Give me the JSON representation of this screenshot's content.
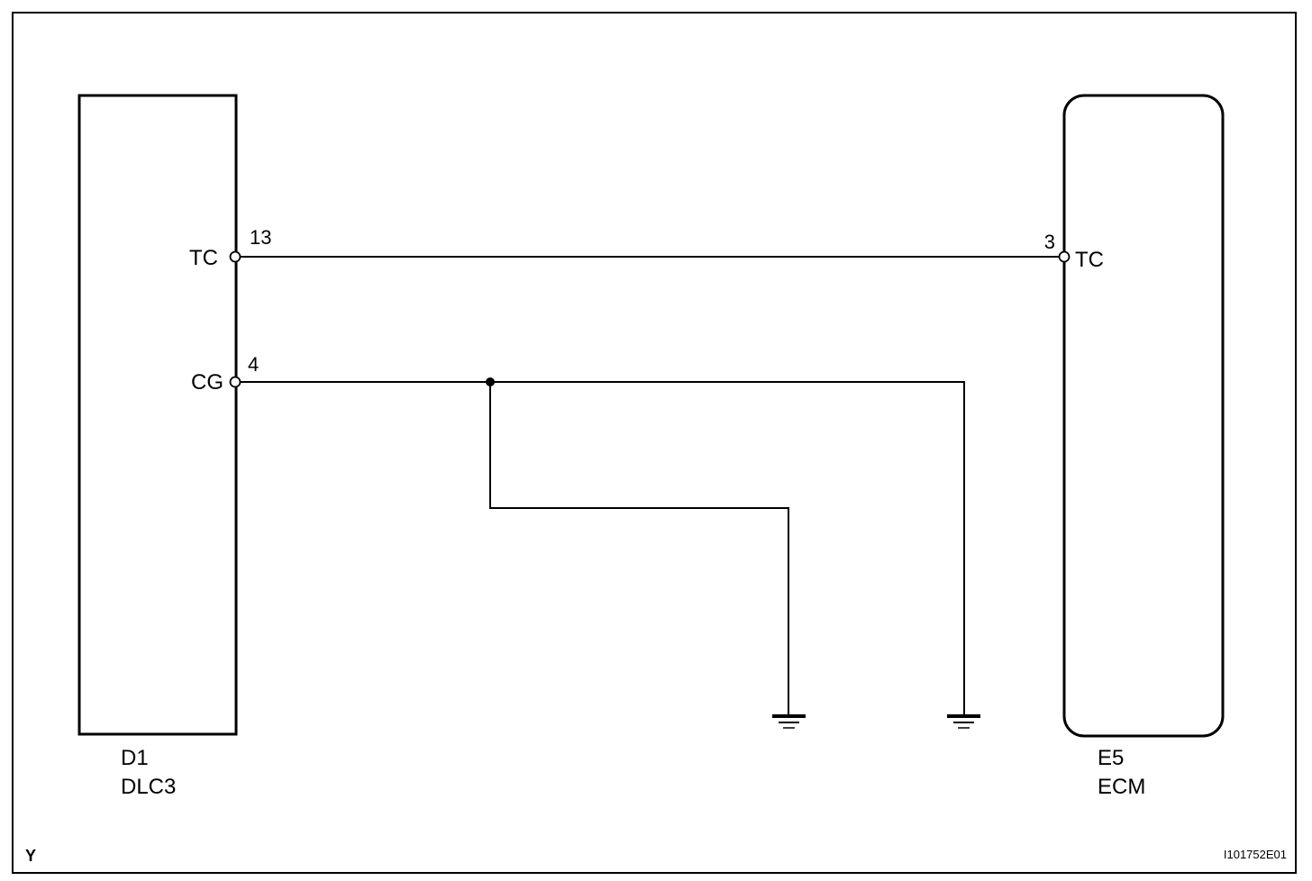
{
  "components": {
    "dlc3": {
      "ref": "D1",
      "name": "DLC3",
      "pins": {
        "tc": {
          "number": "13",
          "label": "TC"
        },
        "cg": {
          "number": "4",
          "label": "CG"
        }
      }
    },
    "ecm": {
      "ref": "E5",
      "name": "ECM",
      "pins": {
        "tc": {
          "number": "3",
          "label": "TC"
        }
      }
    }
  },
  "corner_mark": "Y",
  "figure_code": "I101752E01"
}
